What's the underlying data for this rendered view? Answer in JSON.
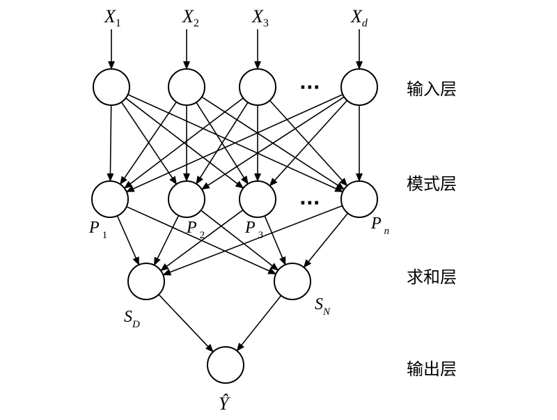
{
  "layers": [
    {
      "id": "input",
      "label": "输入层"
    },
    {
      "id": "pattern",
      "label": "模式层"
    },
    {
      "id": "sum",
      "label": "求和层"
    },
    {
      "id": "output",
      "label": "输出层"
    }
  ],
  "inputs": [
    {
      "base": "X",
      "sub": "1"
    },
    {
      "base": "X",
      "sub": "2"
    },
    {
      "base": "X",
      "sub": "3"
    },
    {
      "base": "X",
      "sub": "d"
    }
  ],
  "pattern_nodes": [
    {
      "base": "P",
      "sub": "1"
    },
    {
      "base": "P",
      "sub": "2"
    },
    {
      "base": "P",
      "sub": "3"
    },
    {
      "base": "P",
      "sub": "n"
    }
  ],
  "sum_nodes": [
    {
      "base": "S",
      "sub": "D"
    },
    {
      "base": "S",
      "sub": "N"
    }
  ],
  "output_node": {
    "base": "Ŷ"
  },
  "ellipsis": "···"
}
